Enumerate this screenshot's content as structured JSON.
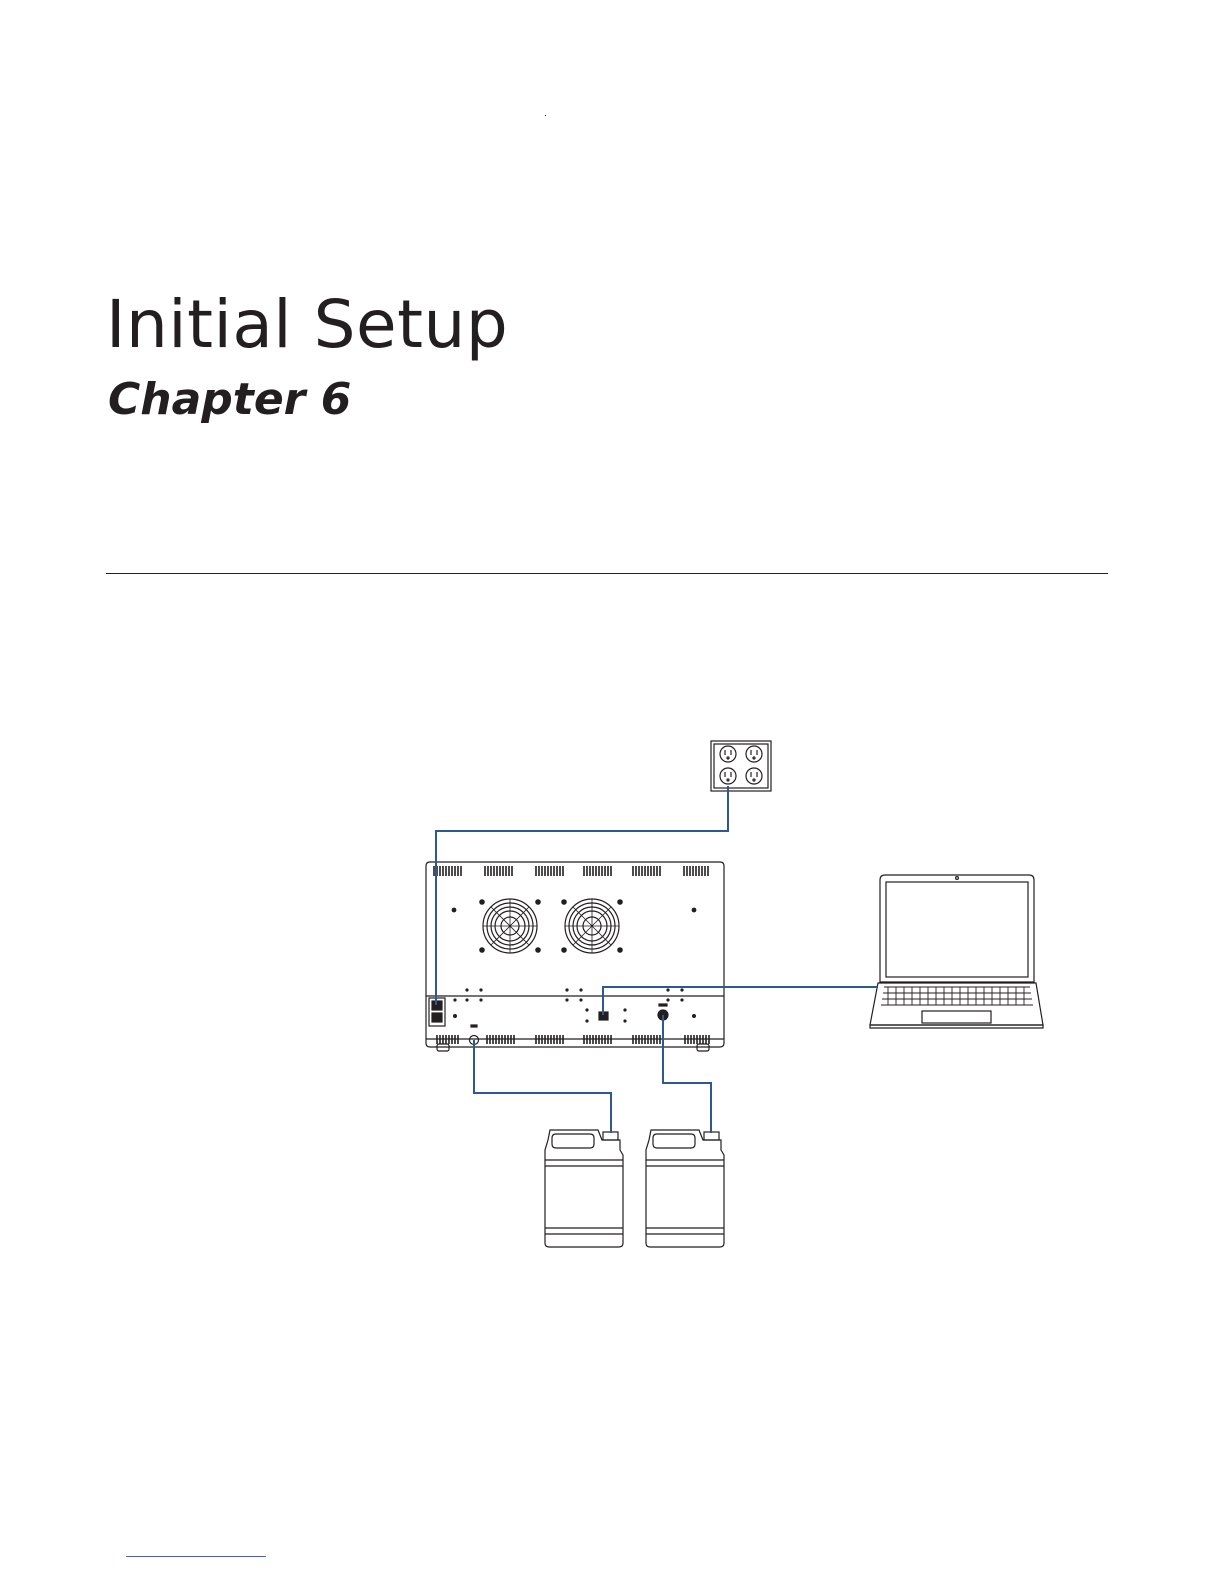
{
  "page": {
    "title": "Initial Setup",
    "subtitle": "Chapter 6"
  },
  "figure": {
    "components": [
      "wall-outlet",
      "instrument-rear-panel",
      "laptop",
      "container-left",
      "container-right"
    ],
    "cable_color": "#2d5896",
    "line_color": "#231f20"
  }
}
